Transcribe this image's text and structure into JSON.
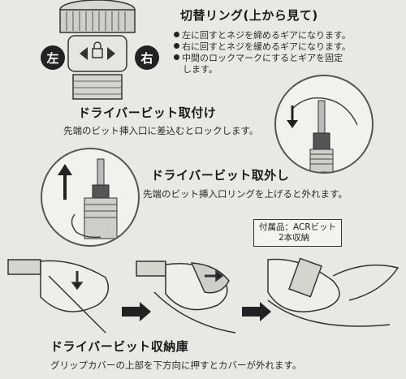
{
  "section_ring": {
    "title": "切替リング(上から見て)",
    "left_label": "左",
    "right_label": "右",
    "bullets": [
      "左に回すとネジを締めるギアになります。",
      "右に回すとネジを緩めるギアになります。",
      "中間のロックマークにするとギアを固定"
    ],
    "bullet_cont": "します。"
  },
  "section_attach": {
    "title": "ドライバービット取付け",
    "desc": "先端のビット挿入口に差込むとロックします。"
  },
  "section_remove": {
    "title": "ドライバービット取外し",
    "desc": "先端のビット挿入口リングを上げると外れます。"
  },
  "accessory": {
    "line1": "付属品：ACRビット",
    "line2": "2本収納"
  },
  "section_storage": {
    "title": "ドライバービット収納庫",
    "desc": "グリップカバーの上部を下方向に押すとカバーが外れます。"
  },
  "colors": {
    "background": "#e9e8e4",
    "ink": "#222222"
  }
}
